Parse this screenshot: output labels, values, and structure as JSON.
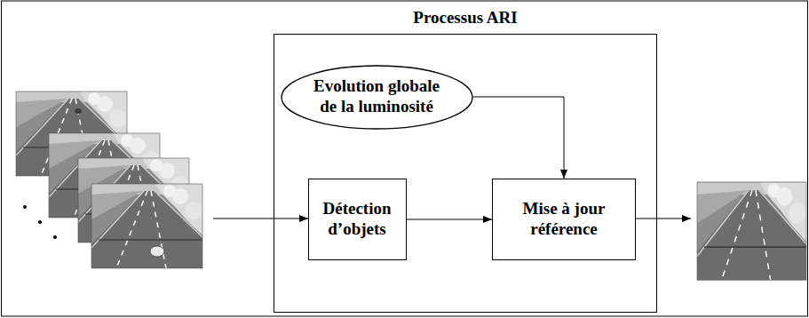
{
  "diagram": {
    "nodes": [
      {
        "text": [
          "Processus ARI"
        ]
      },
      {
        "text": [
          "Evolution globale de la luminosité"
        ],
        "in": 0
      },
      {
        "text": [
          "Détection d’objets"
        ],
        "in": 0
      },
      {
        "text": [
          "Mise à jour référence"
        ],
        "in": 0
      }
    ],
    "edges": [
      {
        "from": 2,
        "to": 3,
        "arrow": "to"
      },
      {
        "from": 1,
        "to": 3,
        "arrow": "to"
      }
    ]
  }
}
